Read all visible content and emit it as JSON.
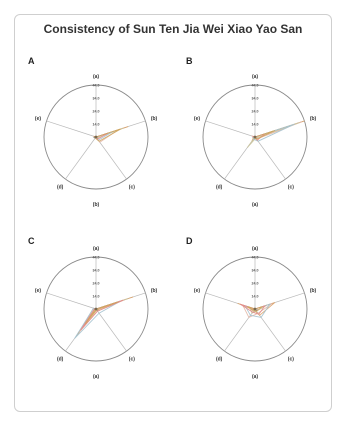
{
  "page": {
    "title": "Consistency of Sun Ten Jia Wei Xiao Yao San"
  },
  "colors": {
    "ring": "#8a8a8a",
    "spoke": "#b9b9b9",
    "series": [
      "#d9a066",
      "#e3b7a6",
      "#c9c39f",
      "#a4c2cf",
      "#e48a8a",
      "#cfa35a"
    ]
  },
  "chart_data": [
    {
      "type": "radar",
      "panel": "A",
      "axes": [
        "(a)",
        "(b)",
        "(c)",
        "(d)",
        "(e)"
      ],
      "bottom_label": "(b)",
      "ticks": [
        "4.0",
        "14.0",
        "24.0",
        "34.0",
        "44.0"
      ],
      "series": [
        {
          "values": [
            4,
            30,
            3,
            2,
            6
          ]
        },
        {
          "values": [
            4,
            22,
            9,
            4,
            4
          ]
        },
        {
          "values": [
            4,
            26,
            5,
            3,
            5
          ]
        },
        {
          "values": [
            4,
            18,
            7,
            2,
            4
          ]
        },
        {
          "values": [
            4,
            14,
            6,
            3,
            5
          ]
        },
        {
          "values": [
            4,
            24,
            8,
            5,
            4
          ]
        }
      ]
    },
    {
      "type": "radar",
      "panel": "B",
      "axes": [
        "(a)",
        "(b)",
        "(c)",
        "(d)",
        "(e)"
      ],
      "bottom_label": "(a)",
      "ticks": [
        "4.0",
        "14.0",
        "24.0",
        "34.0",
        "44.0"
      ],
      "series": [
        {
          "values": [
            4,
            44,
            4,
            8,
            5
          ]
        },
        {
          "values": [
            4,
            42,
            6,
            5,
            6
          ]
        },
        {
          "values": [
            4,
            40,
            5,
            14,
            4
          ]
        },
        {
          "values": [
            4,
            36,
            8,
            6,
            5
          ]
        },
        {
          "values": [
            4,
            12,
            7,
            4,
            6
          ]
        },
        {
          "values": [
            4,
            20,
            6,
            5,
            4
          ]
        }
      ]
    },
    {
      "type": "radar",
      "panel": "C",
      "axes": [
        "(a)",
        "(b)",
        "(c)",
        "(d)",
        "(e)"
      ],
      "bottom_label": "(a)",
      "ticks": [
        "4.0",
        "14.0",
        "24.0",
        "34.0",
        "44.0"
      ],
      "series": [
        {
          "values": [
            4,
            34,
            4,
            30,
            5
          ]
        },
        {
          "values": [
            4,
            28,
            6,
            26,
            6
          ]
        },
        {
          "values": [
            4,
            30,
            4,
            20,
            4
          ]
        },
        {
          "values": [
            4,
            24,
            8,
            32,
            6
          ]
        },
        {
          "values": [
            4,
            26,
            6,
            24,
            5
          ]
        },
        {
          "values": [
            4,
            22,
            5,
            18,
            4
          ]
        }
      ]
    },
    {
      "type": "radar",
      "panel": "D",
      "axes": [
        "(a)",
        "(b)",
        "(c)",
        "(d)",
        "(e)"
      ],
      "bottom_label": "(a)",
      "ticks": [
        "4.0",
        "14.0",
        "24.0",
        "34.0",
        "44.0"
      ],
      "series": [
        {
          "values": [
            4,
            20,
            10,
            5,
            18
          ]
        },
        {
          "values": [
            4,
            18,
            8,
            12,
            14
          ]
        },
        {
          "values": [
            4,
            14,
            6,
            8,
            8
          ]
        },
        {
          "values": [
            4,
            16,
            12,
            10,
            12
          ]
        },
        {
          "values": [
            4,
            12,
            9,
            7,
            16
          ]
        },
        {
          "values": [
            4,
            10,
            6,
            6,
            10
          ]
        }
      ]
    }
  ]
}
